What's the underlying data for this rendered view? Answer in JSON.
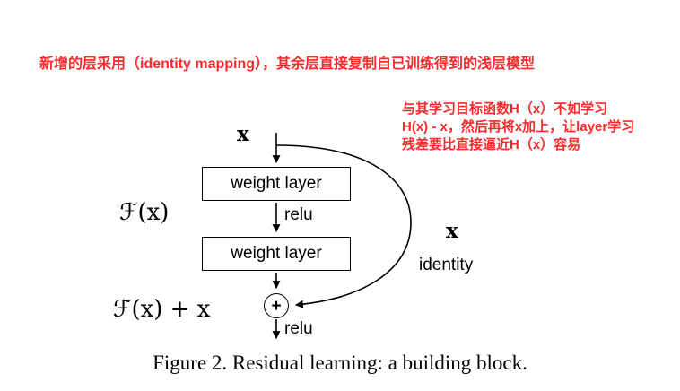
{
  "annotations": {
    "top": "新增的层采用（identity mapping），其余层直接复制自已训练得到的浅层模型",
    "right_line1": "与其学习目标函数H（x）不如学习",
    "right_line2": "H(x) - x，然后再将x加上，让layer学习",
    "right_line3": "残差要比直接逼近H（x）容易"
  },
  "diagram": {
    "input_label": "x",
    "weight_layer_1": "weight layer",
    "relu_mid": "relu",
    "f_x": "ℱ(x)",
    "weight_layer_2": "weight layer",
    "skip_x": "x",
    "identity_label": "identity",
    "plus": "+",
    "output_label": "ℱ(x) + x",
    "relu_bottom": "relu"
  },
  "caption": "Figure 2. Residual learning: a building block.",
  "colors": {
    "annotation_red": "#fb2a2a",
    "diagram_black": "#000000",
    "background": "#ffffff"
  }
}
